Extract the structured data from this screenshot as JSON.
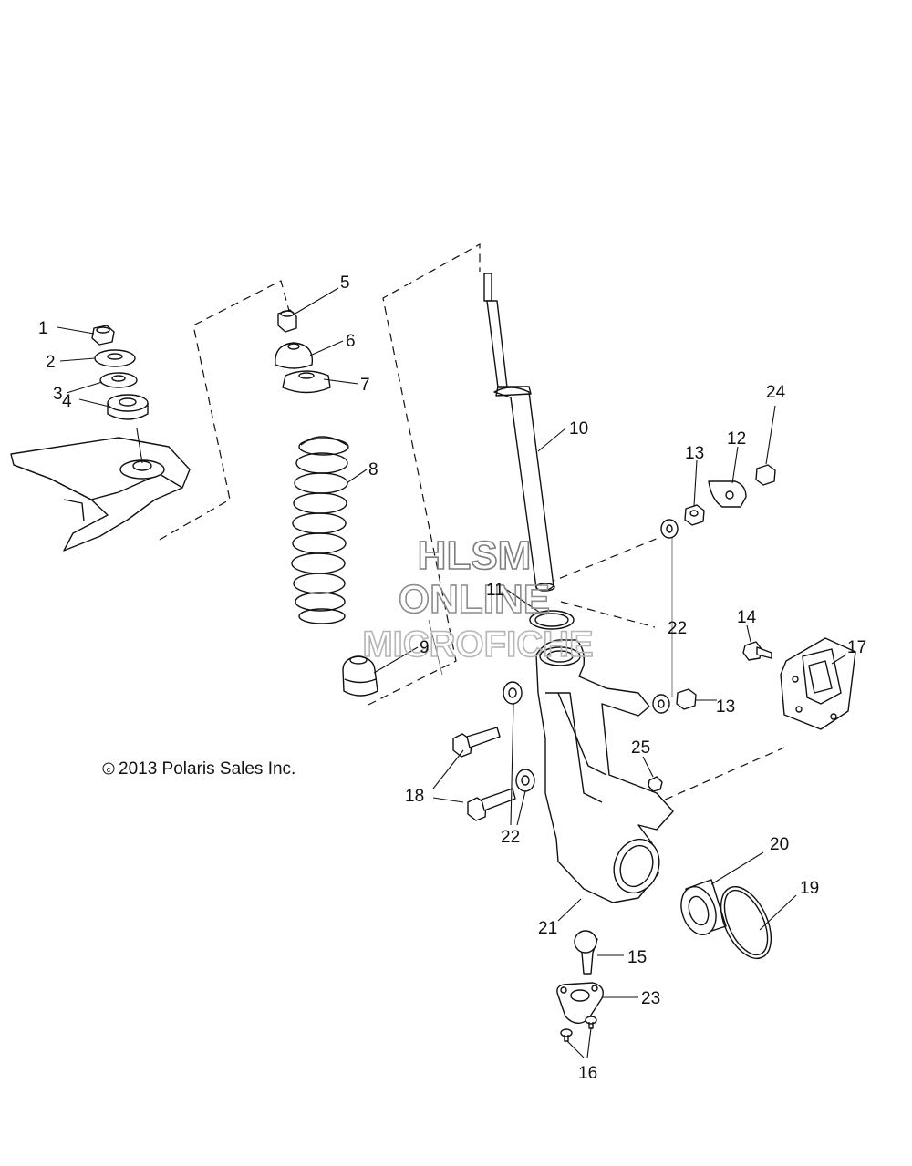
{
  "copyright": "2013 Polaris Sales Inc.",
  "watermark": [
    "HLSM",
    "ONLINE",
    "MICROFICHE"
  ],
  "callouts": [
    "1",
    "2",
    "3",
    "4",
    "5",
    "6",
    "7",
    "8",
    "9",
    "10",
    "11",
    "12",
    "13",
    "13",
    "14",
    "15",
    "16",
    "17",
    "18",
    "19",
    "20",
    "21",
    "22",
    "22",
    "23",
    "24",
    "25"
  ],
  "colors": {
    "line": "#111111",
    "watermark": "#9a9a9a",
    "background": "#ffffff"
  }
}
